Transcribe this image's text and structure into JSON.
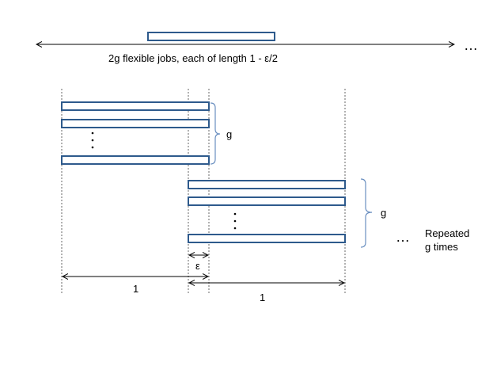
{
  "top": {
    "caption": "2g flexible jobs, each of length 1 - ε/2",
    "ellipsis": "…"
  },
  "group1": {
    "brace_label": "g"
  },
  "group2": {
    "brace_label": "g"
  },
  "repeat": {
    "ellipsis": "…",
    "line1": "Repeated",
    "line2": "g times"
  },
  "dimensions": {
    "epsilon_label": "ε",
    "one_left_label": "1",
    "one_right_label": "1"
  },
  "colors": {
    "job_border": "#2e5a8c",
    "brace": "#6a8fc0"
  }
}
